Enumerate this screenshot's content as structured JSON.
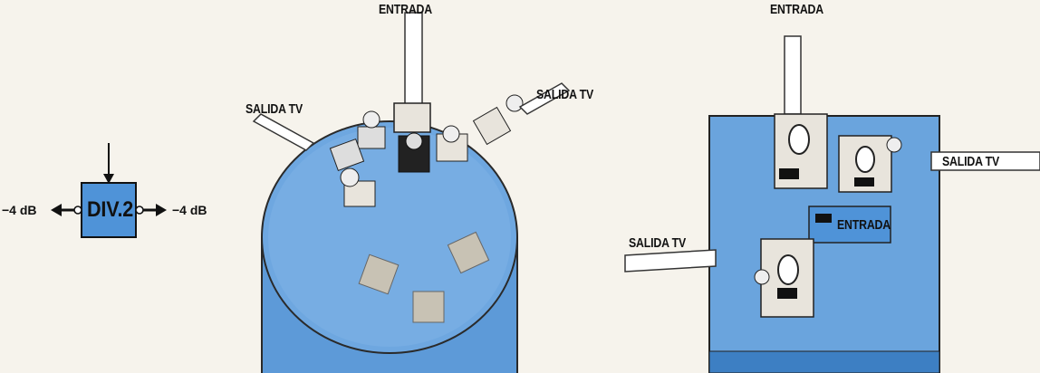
{
  "colors": {
    "device_blue": "#6aa4dd",
    "device_blue_dark": "#3d7fc3",
    "block_blue": "#4f93d8",
    "ink": "#111111",
    "paper": "#f6f3ec"
  },
  "block_diagram": {
    "block_label": "DIV.2",
    "left_output_label": "−4 dB",
    "right_output_label": "−4 dB"
  },
  "round_splitter": {
    "input_label": "ENTRADA",
    "output_left_label": "SALIDA TV",
    "output_right_label": "SALIDA TV"
  },
  "box_splitter": {
    "input_top_label": "ENTRADA",
    "output_right_label": "SALIDA TV",
    "output_left_label": "SALIDA TV",
    "inner_label": "ENTRADA"
  },
  "icons": [
    "down-arrow-icon",
    "left-arrow-icon",
    "right-arrow-icon"
  ]
}
